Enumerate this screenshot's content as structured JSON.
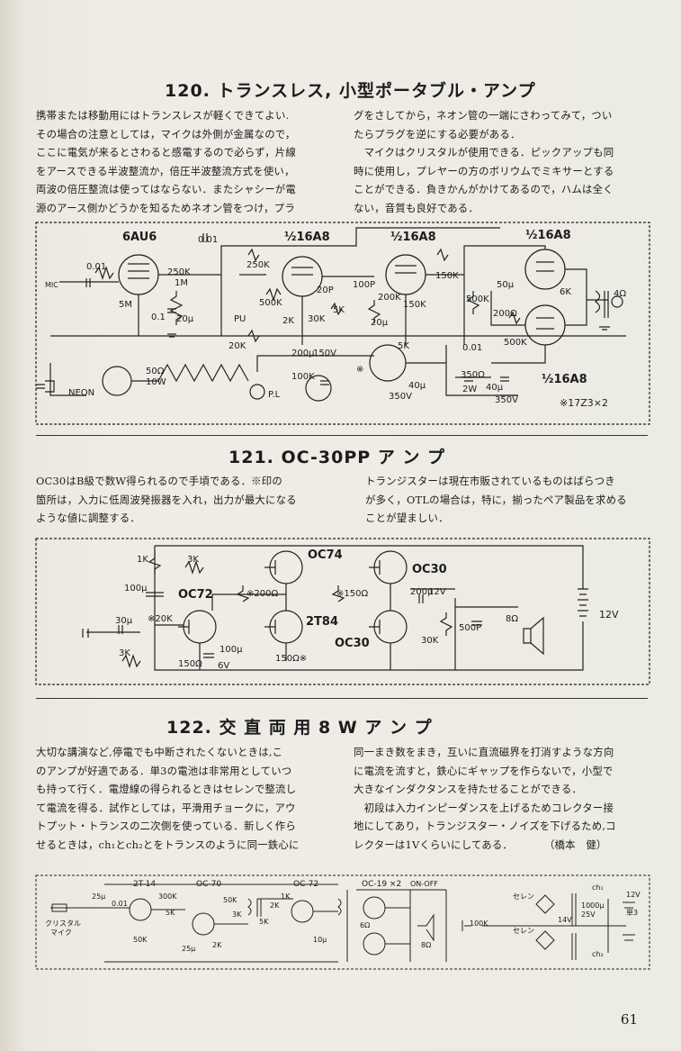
{
  "sections": [
    {
      "title": "120. トランスレス, 小型ポータブル・アンプ",
      "left": [
        "携帯または移動用にはトランスレスが軽くできてよい.",
        "その場合の注意としては，マイクは外側が金属なので，",
        "ここに電気が来るとさわると感電するので必らず，片線",
        "をアースできる半波整流か，倍圧半波整流方式を使い，",
        "両波の倍圧整流は使ってはならない．またシャシーが電",
        "源のアース側かどうかを知るためネオン管をつけ，プラ"
      ],
      "right": [
        "グをさしてから，ネオン管の一端にさわってみて，つい",
        "たらプラグを逆にする必要がある．",
        "　マイクはクリスタルが使用できる．ピックアップも同",
        "時に使用し，プレヤーの方のボリウムでミキサーとする",
        "ことができる．負きかんがかけてあるので，ハムは全く",
        "ない，音質も良好である．"
      ]
    },
    {
      "title": "121. OC-30PP ア ン プ",
      "left": [
        "OC30はB級で数W得られるので手頃である．※印の",
        "箇所は，入力に低周波発振器を入れ，出力が最大になる",
        "ような値に調整する．"
      ],
      "right": [
        "トランジスターは現在市販されているものはばらつき",
        "が多く，OTLの場合は，特に，揃ったペア製品を求める",
        "ことが望ましい．"
      ]
    },
    {
      "title": "122. 交 直 両 用 8 W ア ン プ",
      "left": [
        "大切な講演など,停電でも中断されたくないときは,こ",
        "のアンプが好適である．単3の電池は非常用としていつ",
        "も持って行く．電燈線の得られるときはセレンで整流し",
        "て電流を得る．試作としては，平滑用チョークに，アウ",
        "トプット・トランスの二次側を使っている．新しく作ら",
        "せるときは，ch₁とch₂とをトランスのように同一鉄心に"
      ],
      "right": [
        "同一まき数をまき，互いに直流磁界を打消すような方向",
        "に電流を流すと，鉄心にギャップを作らないで，小型で",
        "大きなインダクタンスを持たせることができる．",
        "　初段は入力インピーダンスを上げるためコレクター接",
        "地にしてあり，トランジスター・ノイズを下げるため,コ",
        "レクターは1Vくらいにしてある．　　　　（橋本　健）"
      ]
    }
  ],
  "diagram1": {
    "tubes": [
      "6AU6",
      "½16A8",
      "½16A8",
      "½16A8",
      "½16A8"
    ],
    "labels": [
      "MIC",
      "0.01",
      "250K",
      "1M",
      "5M",
      "0.1",
      "20μ",
      "0.01",
      "250K",
      "500K",
      "PU",
      "2K",
      "30K",
      "20P",
      "100P",
      "5K",
      "200K",
      "150K",
      "20μ",
      "150K",
      "500K",
      "50μ",
      "200Ω",
      "500K",
      "6K",
      "4Ω",
      "20K",
      "5K",
      "0.01",
      "200μ",
      "150V",
      "100K",
      "50Ω",
      "10W",
      "NEON",
      "P.L",
      "40μ",
      "350V",
      "350Ω",
      "2W",
      "40μ",
      "350V",
      "※17Z3×2",
      "※"
    ]
  },
  "diagram2": {
    "labels": [
      "1K",
      "3K",
      "OC74",
      "OC30",
      "100μ",
      "※200Ω",
      "※150Ω",
      "200μ",
      "12V",
      "OC72",
      "2T84",
      "12V",
      "30μ",
      "※20K",
      "3K",
      "100μ",
      "6V",
      "150Ω",
      "150Ω※",
      "OC30",
      "30K",
      "500P",
      "8Ω"
    ]
  },
  "diagram3": {
    "labels": [
      "2T-14",
      "OC-70",
      "OC-72",
      "OC-19 ×2",
      "ON-OFF",
      "25μ",
      "0.01",
      "300K",
      "50K",
      "5K",
      "2K",
      "25μ",
      "50K",
      "1K",
      "2K",
      "5K",
      "3K",
      "100K",
      "6Ω",
      "8Ω",
      "セレン",
      "セレン",
      "1000μ",
      "25V",
      "14V",
      "12V",
      "単3",
      "クリスタル",
      "マイク",
      "ch₁",
      "ch₂",
      "10μ"
    ]
  },
  "page_number": "61"
}
